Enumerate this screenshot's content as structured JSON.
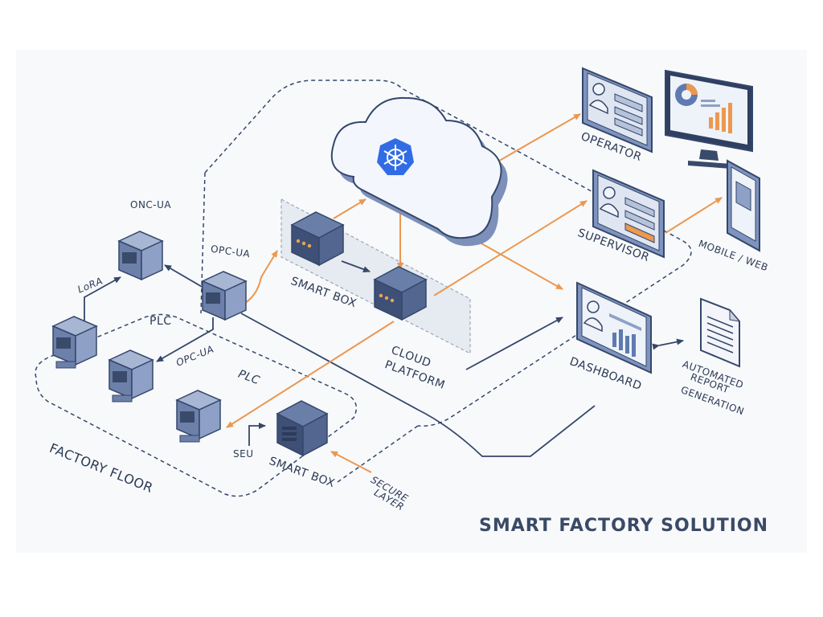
{
  "title": "SMART FACTORY SOLUTION",
  "labels": {
    "onc_ua": "ONC-UA",
    "lora": "LoRA",
    "opc_ua_top": "OPC-UA",
    "plc_1": "PLC",
    "opc_ua_mid": "OPC-UA",
    "plc_2": "PLC",
    "factory_floor": "FACTORY FLOOR",
    "seu": "SEU",
    "smart_box_top": "SMART BOX",
    "smart_box_bottom": "SMART BOX",
    "cloud_platform_1": "CLOUD",
    "cloud_platform_2": "PLATFORM",
    "secure_layer_1": "SECURE",
    "secure_layer_2": "LAYER",
    "operator": "OPERATOR",
    "supervisor": "SUPERVISOR",
    "mobile_web": "MOBILE / WEB",
    "dashboard": "DASHBOARD",
    "automated_1": "AUTOMATED",
    "automated_2": "REPORT",
    "automated_3": "GENERATION"
  },
  "colors": {
    "device_fill": "#7e93bd",
    "device_dark": "#4e6290",
    "outline": "#34476b",
    "orange": "#eb9850",
    "navy_line": "#3a4a6a",
    "cloud_fill": "#f3f6fc",
    "kube_blue": "#326ce5",
    "panel_bg": "#e6eaf1"
  }
}
